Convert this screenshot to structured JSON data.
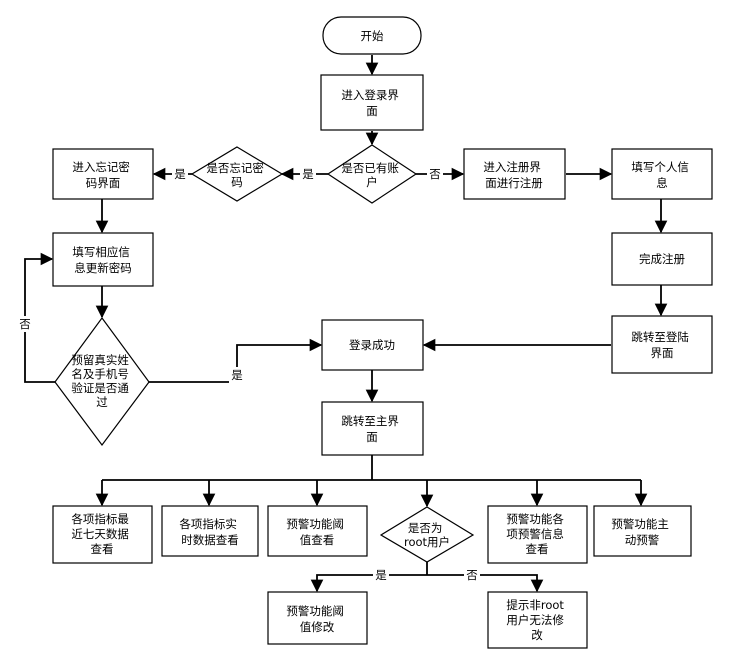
{
  "nodes": {
    "start": {
      "shape": "terminal",
      "lines": [
        "开始"
      ]
    },
    "login": {
      "shape": "process",
      "lines": [
        "进入登录界",
        "面"
      ]
    },
    "has_account": {
      "shape": "decision",
      "lines": [
        "是否已有账",
        "户"
      ]
    },
    "forgot": {
      "shape": "decision",
      "lines": [
        "是否忘记密",
        "码"
      ]
    },
    "forgot_page": {
      "shape": "process",
      "lines": [
        "进入忘记密",
        "码界面"
      ]
    },
    "fill_reset": {
      "shape": "process",
      "lines": [
        "填写相应信",
        "息更新密码"
      ]
    },
    "verify": {
      "shape": "decision",
      "lines": [
        "预留真实姓",
        "名及手机号",
        "验证是否通",
        "过"
      ]
    },
    "register_page": {
      "shape": "process",
      "lines": [
        "进入注册界",
        "面进行注册"
      ]
    },
    "fill_info": {
      "shape": "process",
      "lines": [
        "填写个人信",
        "息"
      ]
    },
    "register_done": {
      "shape": "process",
      "lines": [
        "完成注册"
      ]
    },
    "to_login": {
      "shape": "process",
      "lines": [
        "跳转至登陆",
        "界面"
      ]
    },
    "login_ok": {
      "shape": "process",
      "lines": [
        "登录成功"
      ]
    },
    "main_page": {
      "shape": "process",
      "lines": [
        "跳转至主界",
        "面"
      ]
    },
    "f1": {
      "shape": "process",
      "lines": [
        "各项指标最",
        "近七天数据",
        "查看"
      ]
    },
    "f2": {
      "shape": "process",
      "lines": [
        "各项指标实",
        "时数据查看"
      ]
    },
    "f3": {
      "shape": "process",
      "lines": [
        "预警功能阈",
        "值查看"
      ]
    },
    "is_root": {
      "shape": "decision",
      "lines": [
        "是否为",
        "root用户"
      ]
    },
    "f5": {
      "shape": "process",
      "lines": [
        "预警功能各",
        "项预警信息",
        "查看"
      ]
    },
    "f6": {
      "shape": "process",
      "lines": [
        "预警功能主",
        "动预警"
      ]
    },
    "modify": {
      "shape": "process",
      "lines": [
        "预警功能阈",
        "值修改"
      ]
    },
    "no_modify": {
      "shape": "process",
      "lines": [
        "提示非root",
        "用户无法修",
        "改"
      ]
    }
  },
  "edge_labels": {
    "yes": "是",
    "no": "否"
  }
}
